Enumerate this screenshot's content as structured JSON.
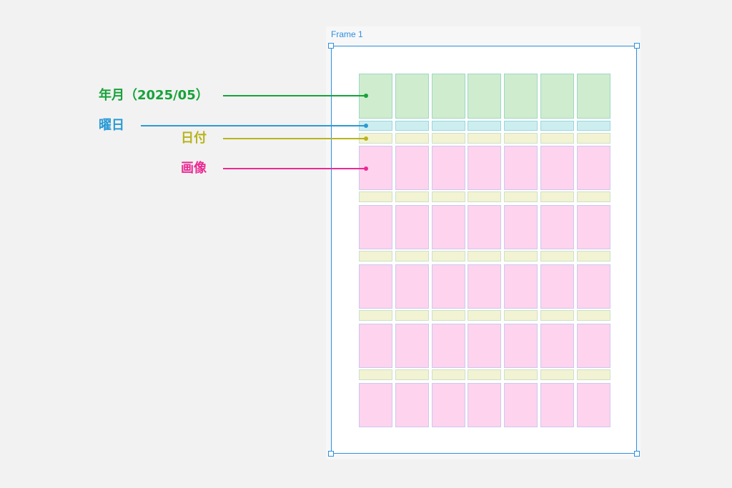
{
  "frame": {
    "label": "Frame 1"
  },
  "calendar": {
    "columns": 7,
    "week_rows": 5
  },
  "annotations": [
    {
      "key": "month",
      "label": "年月（2025/05）",
      "color": "#17a23a"
    },
    {
      "key": "weekday",
      "label": "曜日",
      "color": "#2a9ad6"
    },
    {
      "key": "date",
      "label": "日付",
      "color": "#b8b41c"
    },
    {
      "key": "image",
      "label": "画像",
      "color": "#ea2a93"
    }
  ]
}
